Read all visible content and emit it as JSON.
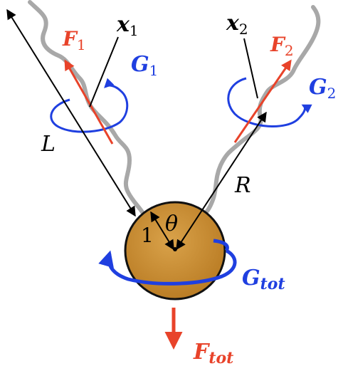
{
  "labels": {
    "x1": {
      "main": "x",
      "sub": "1"
    },
    "x2": {
      "main": "x",
      "sub": "2"
    },
    "F1": {
      "main": "F",
      "sub": "1"
    },
    "F2": {
      "main": "F",
      "sub": "2"
    },
    "G1": {
      "main": "G",
      "sub": "1"
    },
    "G2": {
      "main": "G",
      "sub": "2"
    },
    "L": "L",
    "R": "R",
    "theta": "θ",
    "one": "1",
    "Gtot": {
      "main": "G",
      "sub": "tot"
    },
    "Ftot": {
      "main": "F",
      "sub": "tot"
    }
  },
  "colors": {
    "force": "#e8432a",
    "torque": "#1f3fe0",
    "filament": "#a8a8a8",
    "sphere": "#c98a2e",
    "sphere_edge": "#111111",
    "line": "#000000"
  }
}
